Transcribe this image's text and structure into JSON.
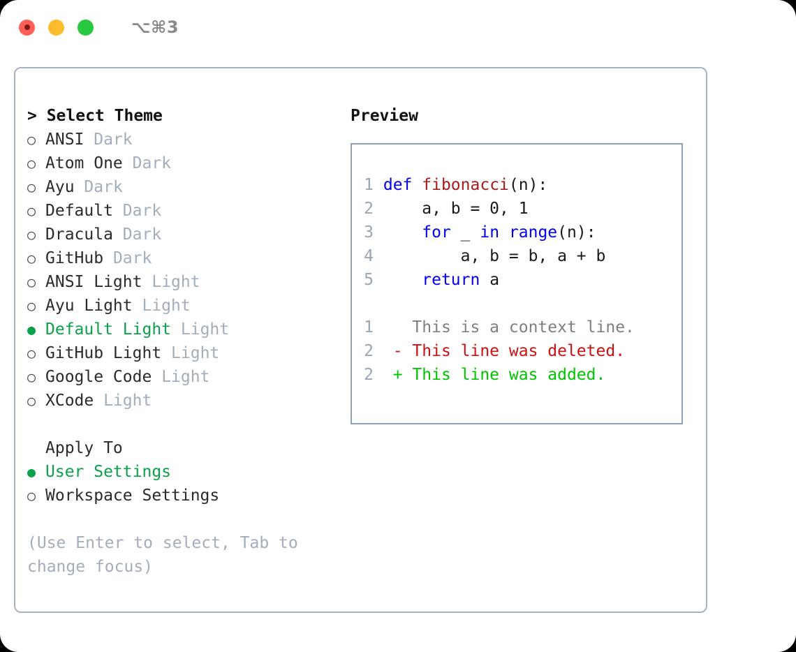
{
  "window": {
    "title": "⌥⌘3",
    "traffic_lights": [
      {
        "name": "close",
        "color": "#ff5f57"
      },
      {
        "name": "minimize",
        "color": "#fbbd2e"
      },
      {
        "name": "zoom",
        "color": "#27c93f"
      }
    ]
  },
  "theme_list": {
    "heading": "> Select Theme",
    "items": [
      {
        "marker": "empty",
        "name": "ANSI",
        "variant": "Dark",
        "selected": false
      },
      {
        "marker": "empty",
        "name": "Atom One",
        "variant": "Dark",
        "selected": false
      },
      {
        "marker": "empty",
        "name": "Ayu",
        "variant": "Dark",
        "selected": false
      },
      {
        "marker": "empty",
        "name": "Default",
        "variant": "Dark",
        "selected": false
      },
      {
        "marker": "empty",
        "name": "Dracula",
        "variant": "Dark",
        "selected": false
      },
      {
        "marker": "empty",
        "name": "GitHub",
        "variant": "Dark",
        "selected": false
      },
      {
        "marker": "empty",
        "name": "ANSI Light",
        "variant": "Light",
        "selected": false
      },
      {
        "marker": "empty",
        "name": "Ayu Light",
        "variant": "Light",
        "selected": false
      },
      {
        "marker": "filled",
        "name": "Default Light",
        "variant": "Light",
        "selected": true
      },
      {
        "marker": "empty",
        "name": "GitHub Light",
        "variant": "Light",
        "selected": false
      },
      {
        "marker": "empty",
        "name": "Google Code",
        "variant": "Light",
        "selected": false
      },
      {
        "marker": "empty",
        "name": "XCode",
        "variant": "Light",
        "selected": false
      }
    ]
  },
  "apply_to": {
    "heading": "Apply To",
    "options": [
      {
        "marker": "filled",
        "label": "User Settings",
        "selected": true
      },
      {
        "marker": "empty",
        "label": "Workspace Settings",
        "selected": false
      }
    ]
  },
  "hint": "(Use Enter to select, Tab to change focus)",
  "preview": {
    "label": "Preview",
    "code_lines": [
      {
        "no": "1",
        "tokens": [
          {
            "t": "def",
            "c": "kw"
          },
          {
            "t": " ",
            "c": "plain"
          },
          {
            "t": "fibonacci",
            "c": "fn"
          },
          {
            "t": "(n):",
            "c": "plain"
          }
        ]
      },
      {
        "no": "2",
        "tokens": [
          {
            "t": "    a, b = 0, 1",
            "c": "plain"
          }
        ]
      },
      {
        "no": "3",
        "tokens": [
          {
            "t": "    ",
            "c": "plain"
          },
          {
            "t": "for",
            "c": "kw"
          },
          {
            "t": " _ ",
            "c": "plain"
          },
          {
            "t": "in",
            "c": "kw"
          },
          {
            "t": " ",
            "c": "plain"
          },
          {
            "t": "range",
            "c": "kw"
          },
          {
            "t": "(n):",
            "c": "plain"
          }
        ]
      },
      {
        "no": "4",
        "tokens": [
          {
            "t": "        a, b = b, a + b",
            "c": "plain"
          }
        ]
      },
      {
        "no": "5",
        "tokens": [
          {
            "t": "    ",
            "c": "plain"
          },
          {
            "t": "return",
            "c": "kw"
          },
          {
            "t": " a",
            "c": "plain"
          }
        ]
      }
    ],
    "diff_lines": [
      {
        "no": "1",
        "sign": " ",
        "text": " This is a context line.",
        "kind": "ctx"
      },
      {
        "no": "2",
        "sign": "-",
        "text": " This line was deleted.",
        "kind": "del"
      },
      {
        "no": "2",
        "sign": "+",
        "text": " This line was added.",
        "kind": "add"
      }
    ]
  },
  "colors": {
    "accent_green": "#0ba04a",
    "keyword_blue": "#0000ee",
    "function_red": "#a61b1b",
    "diff_added": "#00c400",
    "diff_deleted": "#cc1111",
    "muted": "#a3adbb",
    "border": "#a8b2c1"
  }
}
